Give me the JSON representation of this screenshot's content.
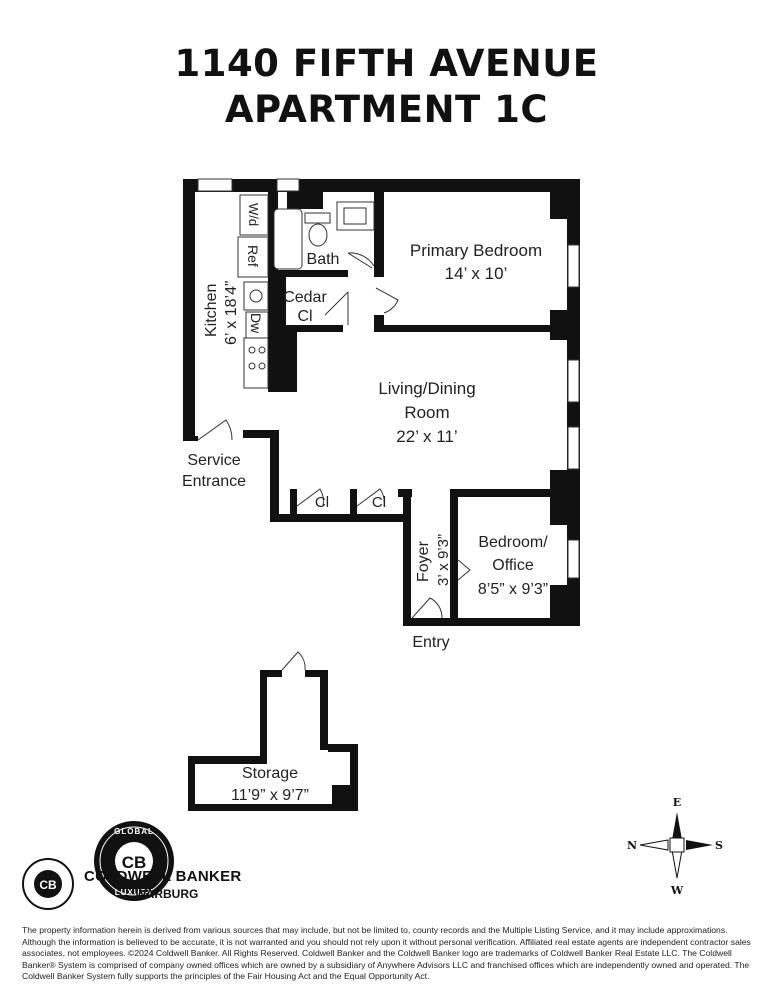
{
  "header": {
    "line1": "1140 FIFTH AVENUE",
    "line2": "APARTMENT 1C"
  },
  "rooms": {
    "primary_bedroom": {
      "name": "Primary Bedroom",
      "size": "14’ x 10’"
    },
    "living": {
      "name_line1": "Living/Dining",
      "name_line2": "Room",
      "size": "22’ x 11’"
    },
    "kitchen": {
      "name": "Kitchen",
      "size": "6’ x 18’4”"
    },
    "bath": "Bath",
    "cedar": {
      "line1": "Cedar",
      "line2": "Cl"
    },
    "bedroom": {
      "name_line1": "Bedroom/",
      "name_line2": "Office",
      "size": "8’5” x 9’3”"
    },
    "foyer": {
      "name": "Foyer",
      "size": "3’ x 9’3”"
    },
    "closet1": "Cl",
    "closet2": "Cl",
    "storage": {
      "name": "Storage",
      "size": "11’9” x 9’7”"
    }
  },
  "fixtures": {
    "wd": "W/d",
    "ref": "Ref",
    "dw": "Dw"
  },
  "labels": {
    "service_line1": "Service",
    "service_line2": "Entrance",
    "entry": "Entry"
  },
  "compass": {
    "north": "N",
    "south": "S",
    "east": "E",
    "west": "W"
  },
  "brand": {
    "logo_letters": "CB",
    "seal_top": "GLOBAL",
    "seal_bottom": "LUXURY",
    "name_line1": "COLDWELL BANKER",
    "name_line2": "WARBURG"
  },
  "disclaimer": "The property information herein is derived from various sources that may include, but not be limited to, county records and the Multiple Listing Service, and it may include approximations. Although the information is believed to be accurate, it is not warranted and you should not rely upon it without personal verification. Affiliated real estate agents are independent contractor sales associates, not employees. ©2024 Coldwell Banker. All Rights Reserved. Coldwell Banker and the Coldwell Banker logo are trademarks of Coldwell Banker Real Estate LLC. The Coldwell Banker® System is comprised of company owned offices which are owned by a subsidiary of Anywhere Advisors LLC and franchised offices which are independently owned and operated. The Coldwell Banker System fully supports the principles of the Fair Housing Act and the Equal Opportunity Act.",
  "colors": {
    "wall": "#111111",
    "ink": "#222222"
  }
}
